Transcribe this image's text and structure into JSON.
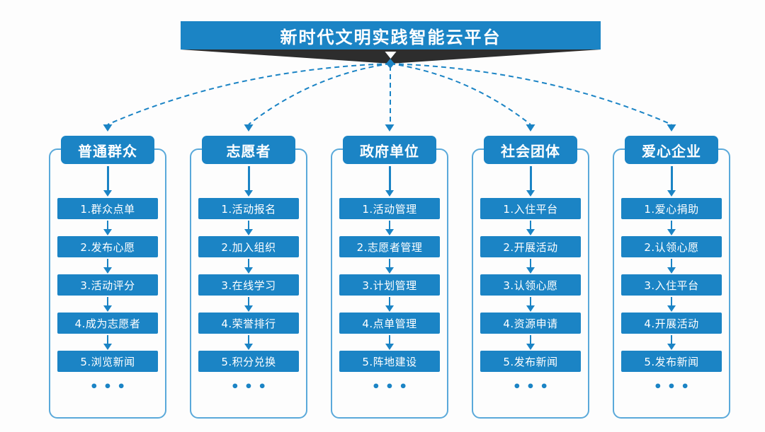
{
  "banner": {
    "title": "新时代文明实践智能云平台"
  },
  "colors": {
    "primary": "#1b84c5",
    "frame_border": "#5aa9da",
    "ribbon_dark": "#2d2d2d",
    "text_on_blue": "#ffffff",
    "background": "#fdfdfd"
  },
  "columns": [
    {
      "title": "普通群众",
      "items": [
        "1.群众点单",
        "2.发布心愿",
        "3.活动评分",
        "4.成为志愿者",
        "5.浏览新闻"
      ],
      "ellipsis": "•••"
    },
    {
      "title": "志愿者",
      "items": [
        "1.活动报名",
        "2.加入组织",
        "3.在线学习",
        "4.荣誉排行",
        "5.积分兑换"
      ],
      "ellipsis": "•••"
    },
    {
      "title": "政府单位",
      "items": [
        "1.活动管理",
        "2.志愿者管理",
        "3.计划管理",
        "4.点单管理",
        "5.阵地建设"
      ],
      "ellipsis": "•••"
    },
    {
      "title": "社会团体",
      "items": [
        "1.入住平台",
        "2.开展活动",
        "3.认领心愿",
        "4.资源申请",
        "5.发布新闻"
      ],
      "ellipsis": "•••"
    },
    {
      "title": "爱心企业",
      "items": [
        "1.爱心捐助",
        "2.认领心愿",
        "3.入住平台",
        "4.开展活动",
        "5.发布新闻"
      ],
      "ellipsis": "•••"
    }
  ]
}
